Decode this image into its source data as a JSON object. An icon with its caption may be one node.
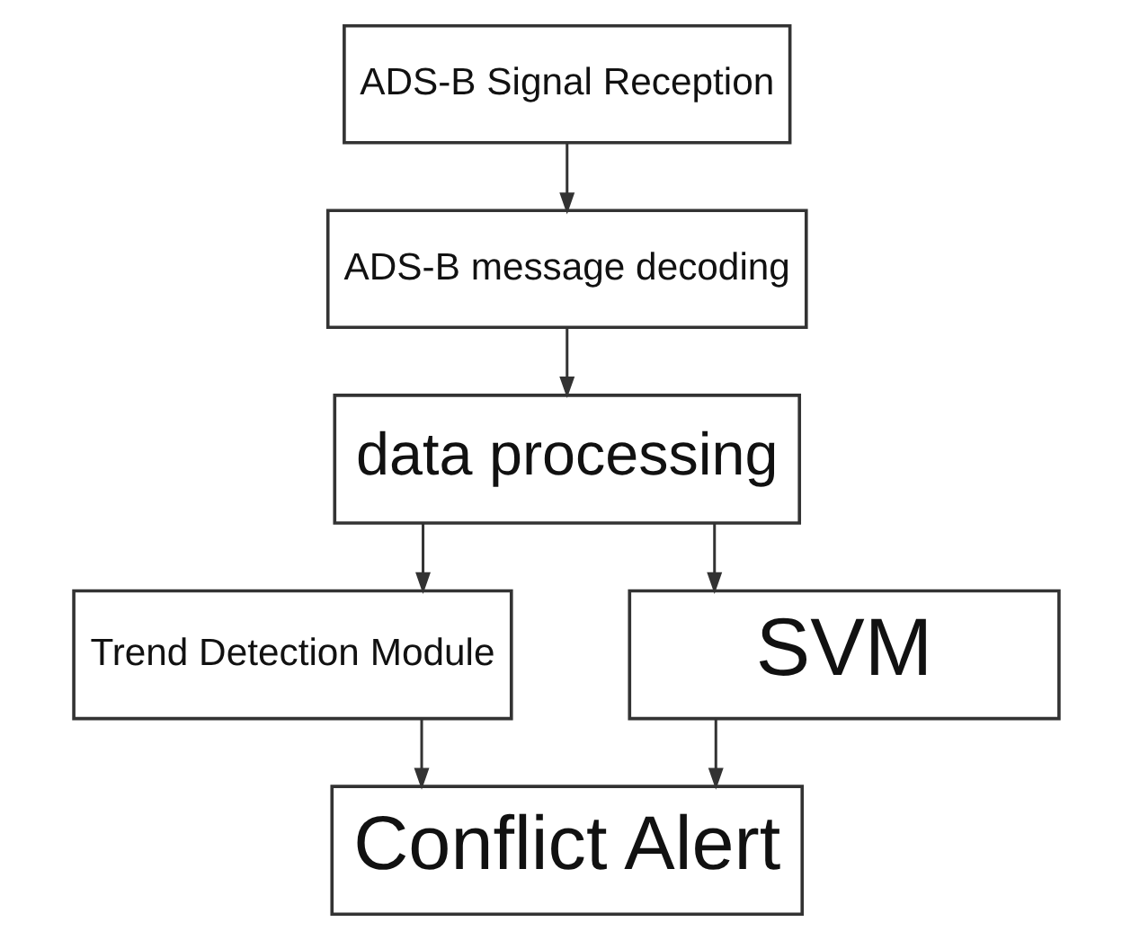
{
  "diagram": {
    "nodes": [
      {
        "text": [
          "ADS-B Signal Reception"
        ]
      },
      {
        "text": [
          "ADS-B message decoding"
        ]
      },
      {
        "text": [
          "data processing"
        ]
      },
      {
        "text": [
          "Trend Detection Module"
        ]
      },
      {
        "text": [
          "SVM"
        ]
      },
      {
        "text": [
          "Conflict Alert"
        ]
      }
    ],
    "edges": [
      {
        "from": 0,
        "to": 1,
        "arrow": "to"
      },
      {
        "from": 1,
        "to": 2,
        "arrow": "to"
      },
      {
        "from": 2,
        "to": 3,
        "arrow": "to"
      },
      {
        "from": 2,
        "to": 4,
        "arrow": "to"
      },
      {
        "from": 3,
        "to": 5,
        "arrow": "to"
      },
      {
        "from": 4,
        "to": 5,
        "arrow": "to"
      }
    ]
  }
}
